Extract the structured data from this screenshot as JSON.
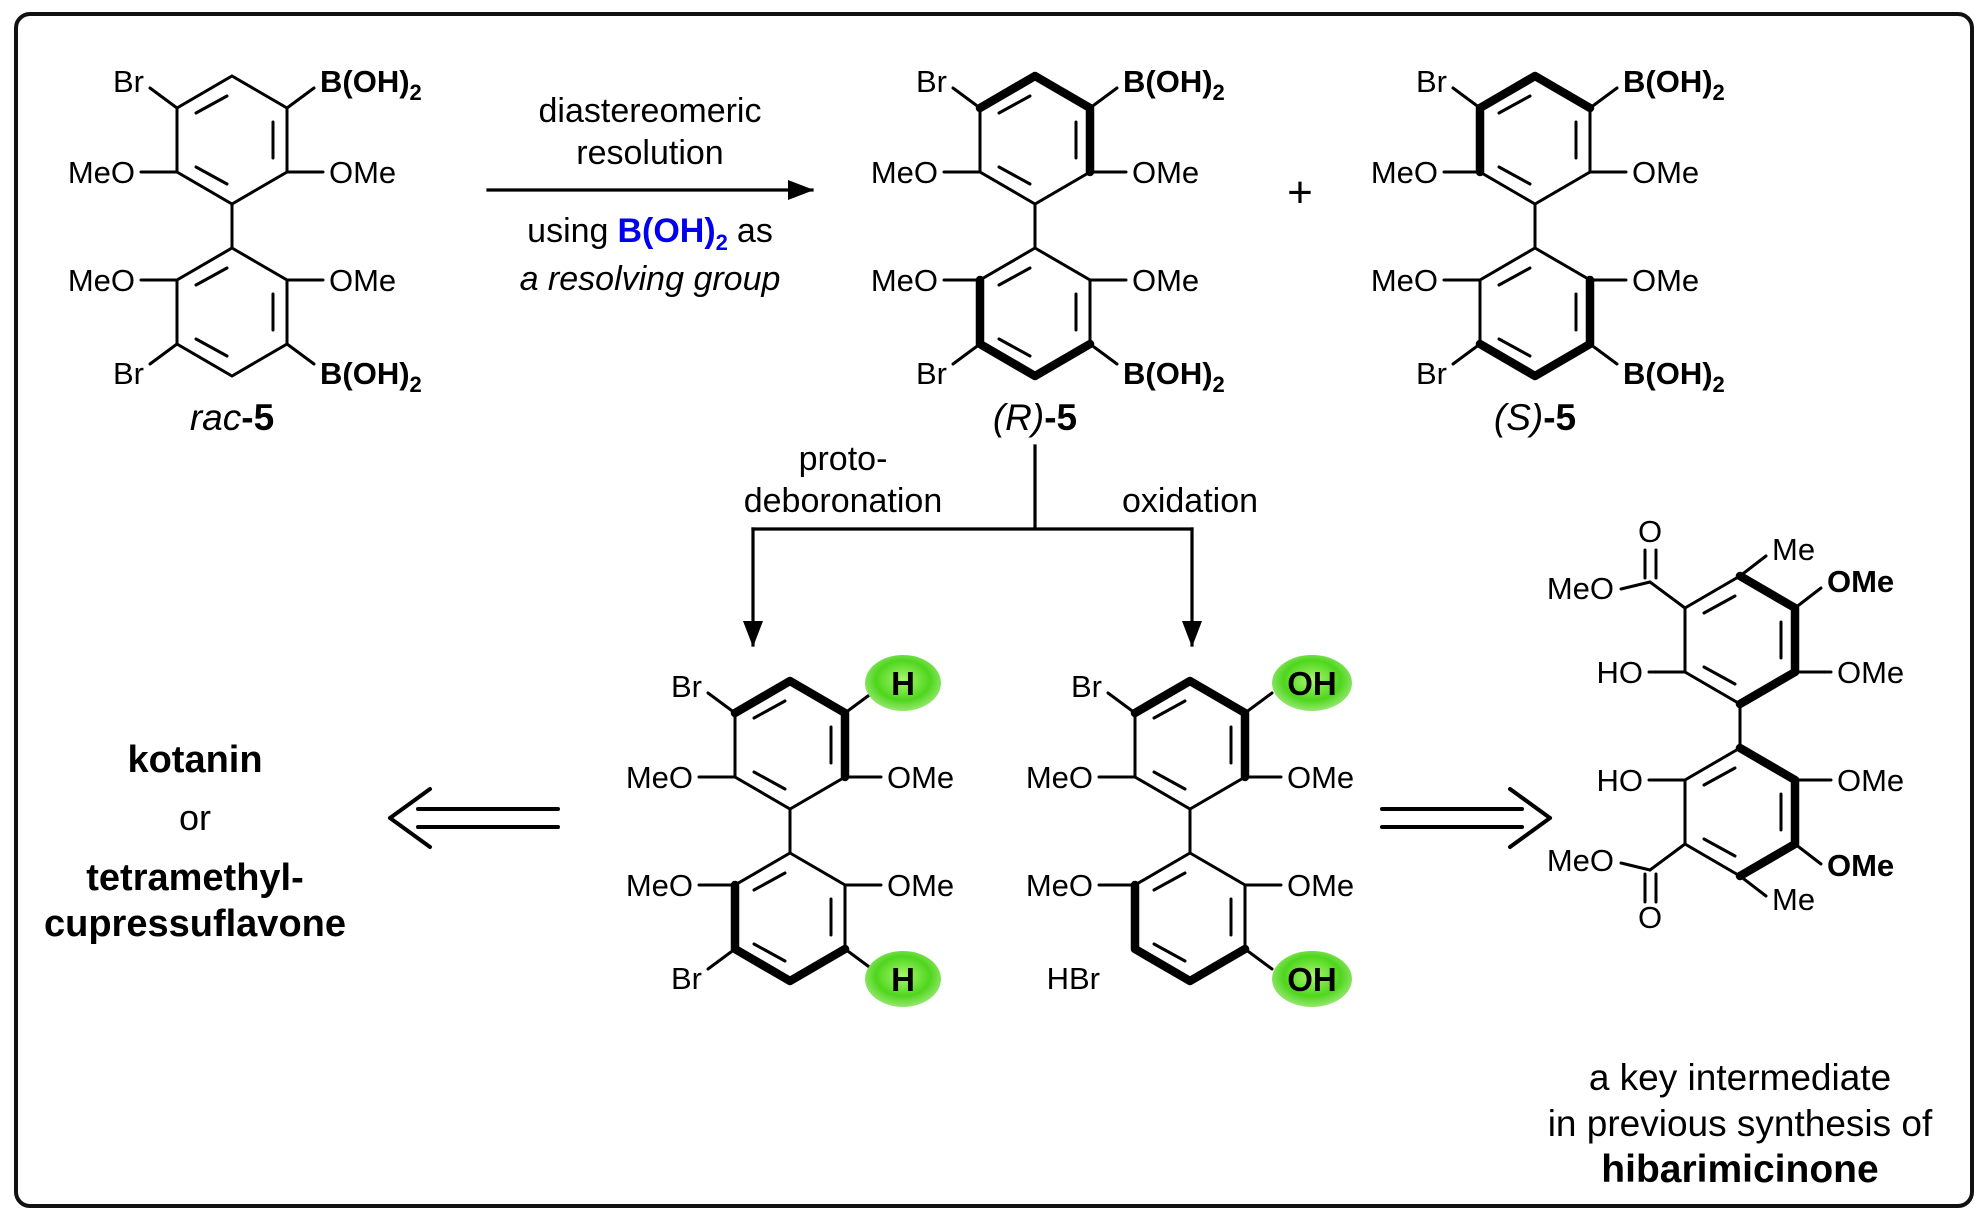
{
  "atoms": {
    "br": "Br",
    "meo": "MeO",
    "ome": "OMe",
    "boh": "B(OH)",
    "sub2": "2",
    "h": "H",
    "oh": "OH",
    "ho": "HO",
    "me": "Me",
    "o": "O",
    "hbr": "HBr"
  },
  "captions": {
    "rac": "rac",
    "r": "(R)",
    "s": "(S)",
    "five": "-5",
    "plus": "+"
  },
  "arrow1": {
    "line1": "diastereomeric",
    "line2": "resolution",
    "using": "using",
    "boh": "B(OH)",
    "sub2": "2",
    "as": "as",
    "line4": "a resolving group"
  },
  "branch": {
    "left1": "proto-",
    "left2": "deboronation",
    "right": "oxidation"
  },
  "left_block": {
    "line1": "kotanin",
    "line2": "or",
    "line3": "tetramethyl-",
    "line4": "cupressuflavone"
  },
  "right_block": {
    "line1": "a key intermediate",
    "line2": "in previous synthesis of",
    "line3": "hibarimicinone"
  },
  "colors": {
    "blue": "#0000ee",
    "red": "#dd0000",
    "magenta": "#ee00ee",
    "highlight_green": "#4fd61d"
  }
}
